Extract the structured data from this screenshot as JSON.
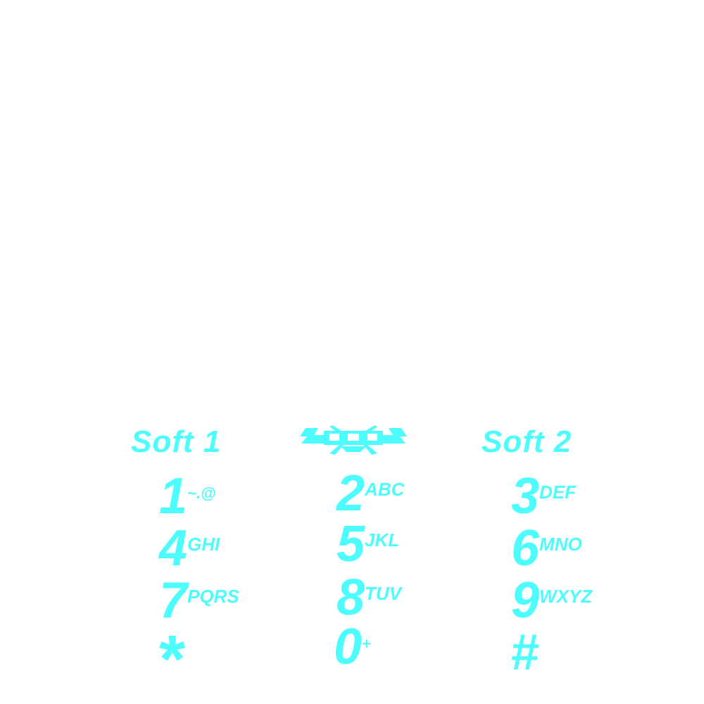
{
  "keypad": {
    "soft_left": "Soft 1",
    "soft_right": "Soft 2",
    "nav_icon": "navigation-dpad-icon",
    "accent_color": "#4dfcfc",
    "keys": [
      {
        "digit": "1",
        "letters": "~.@"
      },
      {
        "digit": "2",
        "letters": "ABC"
      },
      {
        "digit": "3",
        "letters": "DEF"
      },
      {
        "digit": "4",
        "letters": "GHI"
      },
      {
        "digit": "5",
        "letters": "JKL"
      },
      {
        "digit": "6",
        "letters": "MNO"
      },
      {
        "digit": "7",
        "letters": "PQRS"
      },
      {
        "digit": "8",
        "letters": "TUV"
      },
      {
        "digit": "9",
        "letters": "WXYZ"
      },
      {
        "digit": "*",
        "letters": ""
      },
      {
        "digit": "0",
        "letters": "+"
      },
      {
        "digit": "#",
        "letters": ""
      }
    ]
  }
}
